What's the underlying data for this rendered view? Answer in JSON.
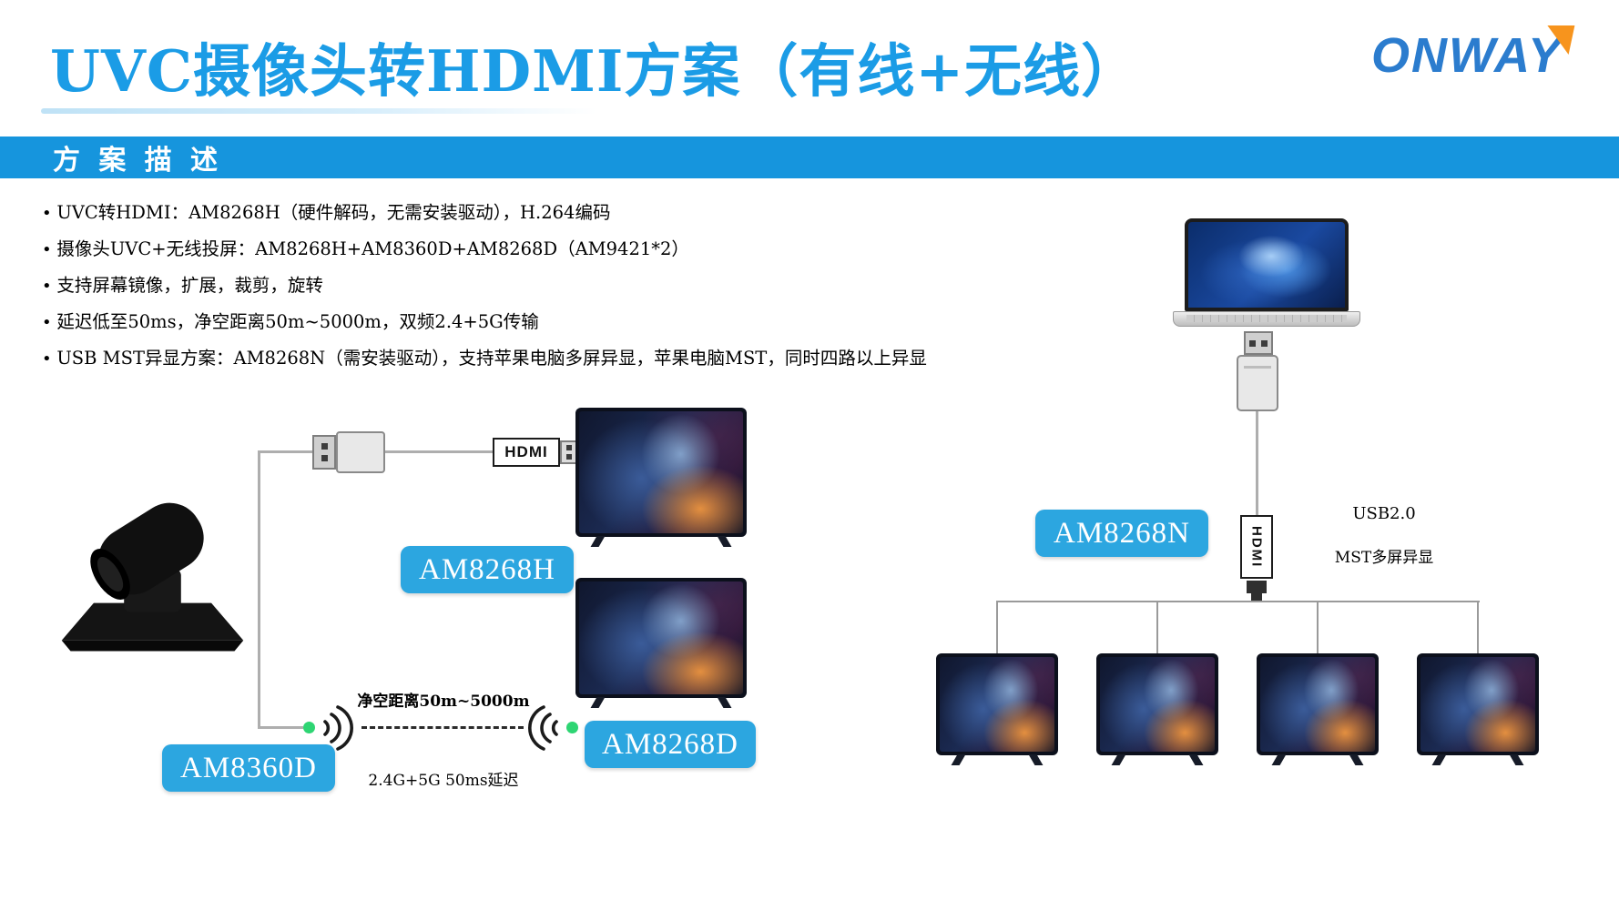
{
  "header": {
    "title": "UVC摄像头转HDMI方案（有线+无线）",
    "logo": "ONWAY",
    "section_title": "方 案 描 述"
  },
  "bullets": [
    "UVC转HDMI：AM8268H（硬件解码，无需安装驱动），H.264编码",
    "摄像头UVC+无线投屏：AM8268H+AM8360D+AM8268D（AM9421*2）",
    "支持屏幕镜像，扩展，裁剪，旋转",
    "延迟低至50ms，净空距离50m~5000m，双频2.4+5G传输",
    "USB MST异显方案：AM8268N（需安装驱动），支持苹果电脑多屏异显，苹果电脑MST，同时四路以上异显"
  ],
  "diagram": {
    "hdmi_label": "HDMI",
    "hdmi_vertical_label": "HDMI",
    "label_am8268h": "AM8268H",
    "label_am8360d": "AM8360D",
    "label_am8268d": "AM8268D",
    "label_am8268n": "AM8268N",
    "wireless_distance": "净空距离50m~5000m",
    "wireless_band": "2.4G+5G 50ms延迟",
    "usb_label": "USB2.0",
    "mst_label": "MST多屏异显"
  },
  "colors": {
    "title_blue": "#1b9ce6",
    "bar_blue": "#1695dd",
    "label_blue": "#2ca6e0",
    "logo_blue": "#2b7cce",
    "logo_orange": "#f7941d",
    "wifi_green": "#2ed573"
  }
}
